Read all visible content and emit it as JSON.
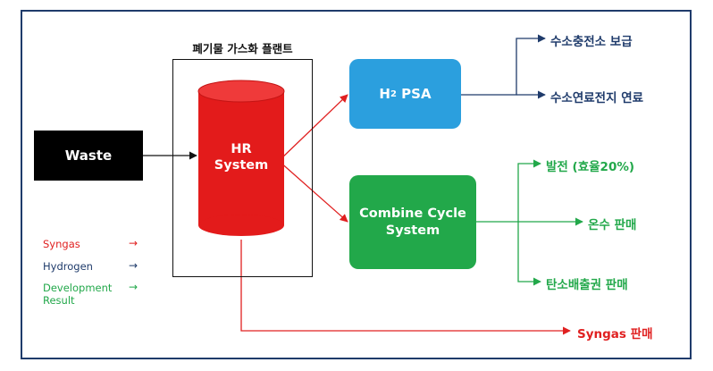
{
  "plant_title": "폐기물 가스화 플랜트",
  "waste_label": "Waste",
  "hr_system_label": "HR\nSystem",
  "psa_label": {
    "main": "H",
    "sub": "2",
    "rest": " PSA"
  },
  "combine_cycle_label": "Combine Cycle\nSystem",
  "hydrogen_outputs": [
    "수소충전소 보급",
    "수소연료전지 연료"
  ],
  "development_outputs": [
    "발전 (효율20%)",
    "온수 판매",
    "탄소배출권 판매"
  ],
  "syngas_output": "Syngas 판매",
  "legend": [
    {
      "label": "Syngas",
      "arrow": "→",
      "color": "#e02020"
    },
    {
      "label": "Hydrogen",
      "arrow": "→",
      "color": "#1f3b6b"
    },
    {
      "label": "Development Result",
      "arrow": "→",
      "color": "#22a84a"
    }
  ],
  "colors": {
    "syngas": "#e02020",
    "hydrogen": "#1f3b6b",
    "development": "#22a84a",
    "psa_box": "#2b9fde",
    "cc_box": "#22a84a",
    "cylinder": "#e31b1b"
  }
}
